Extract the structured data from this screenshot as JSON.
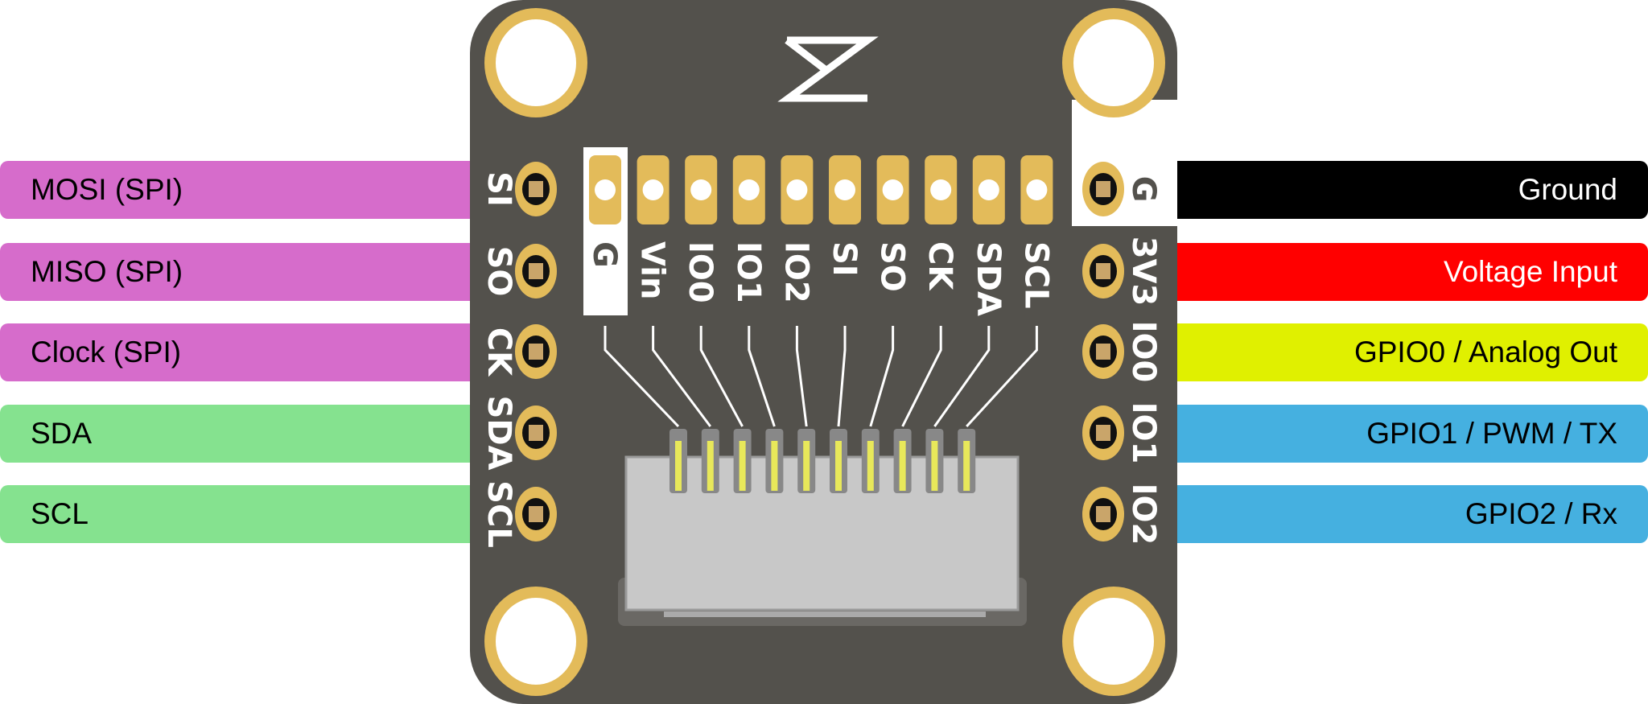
{
  "left_labels": [
    {
      "text": "MOSI (SPI)",
      "color": "#d66ccb"
    },
    {
      "text": "MISO (SPI)",
      "color": "#d66ccb"
    },
    {
      "text": "Clock (SPI)",
      "color": "#d66ccb"
    },
    {
      "text": "SDA",
      "color": "#85e28f"
    },
    {
      "text": "SCL",
      "color": "#85e28f"
    }
  ],
  "right_labels": [
    {
      "text": "Ground",
      "color": "#000000",
      "text_color": "#ffffff"
    },
    {
      "text": "Voltage  Input",
      "color": "#ff0000",
      "text_color": "#ffffff"
    },
    {
      "text": "GPIO0 / Analog Out",
      "color": "#e0f000",
      "text_color": "#000000"
    },
    {
      "text": "GPIO1 / PWM / TX",
      "color": "#45b0e0",
      "text_color": "#000000"
    },
    {
      "text": "GPIO2 / Rx",
      "color": "#45b0e0",
      "text_color": "#000000"
    }
  ],
  "board": {
    "left_pins": [
      "SI",
      "SO",
      "CK",
      "SDA",
      "SCL"
    ],
    "right_pins": [
      "G",
      "3V3",
      "IO0",
      "IO1",
      "IO2"
    ],
    "header_pins": [
      "G",
      "Vin",
      "IO0",
      "IO1",
      "IO2",
      "SI",
      "SO",
      "CK",
      "SDA",
      "SCL"
    ],
    "board_color": "#53514c",
    "gold_color": "#e3bb5a"
  }
}
